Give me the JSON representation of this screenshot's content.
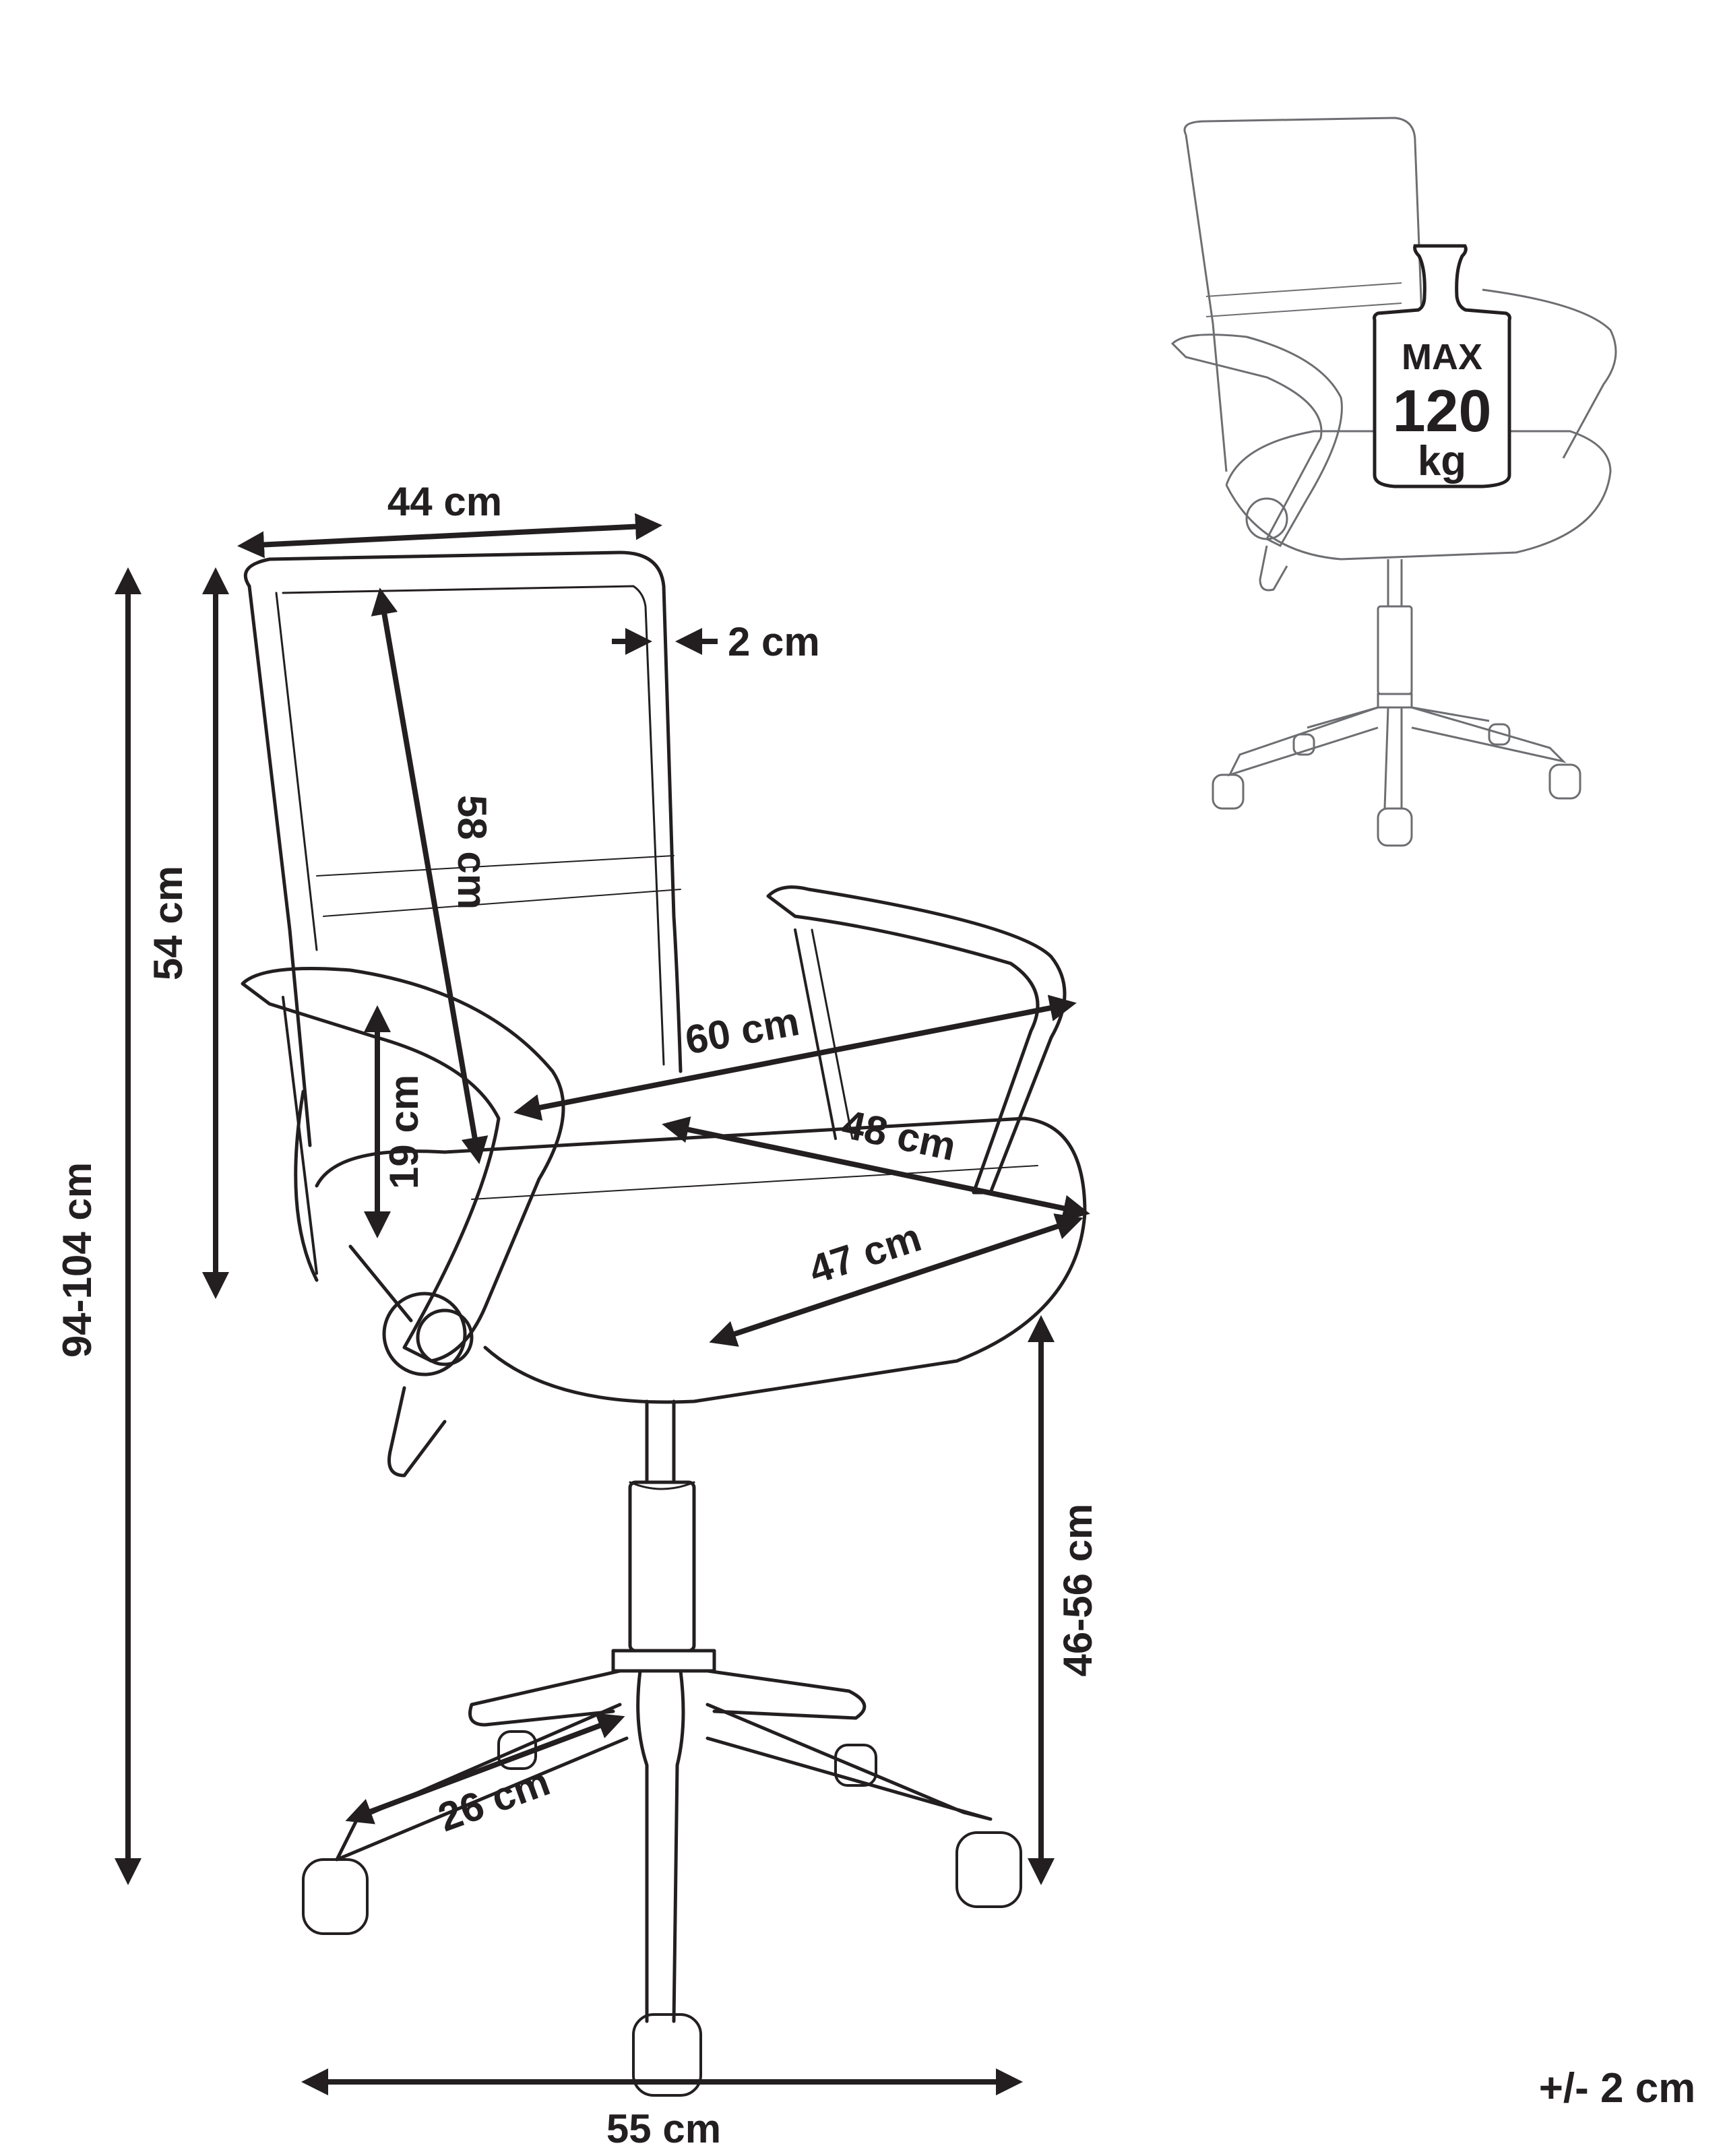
{
  "diagram": {
    "subject": "Office chair dimensions",
    "dimensions": {
      "back_width": "44 cm",
      "frame_thickness": "2 cm",
      "back_height": "58 cm",
      "backrest_total": "54 cm",
      "overall_height": "94-104 cm",
      "overall_width": "60 cm",
      "armrest_height": "19 cm",
      "seat_depth": "48 cm",
      "seat_width": "47 cm",
      "seat_height": "46-56 cm",
      "leg_length": "26 cm",
      "base_width": "55 cm"
    },
    "tolerance": "+/- 2 cm",
    "max_load": {
      "line1": "MAX",
      "line2": "120",
      "line3": "kg"
    },
    "colors": {
      "ink": "#231f20",
      "light_ink": "#6d6e71",
      "background": "#ffffff"
    }
  }
}
